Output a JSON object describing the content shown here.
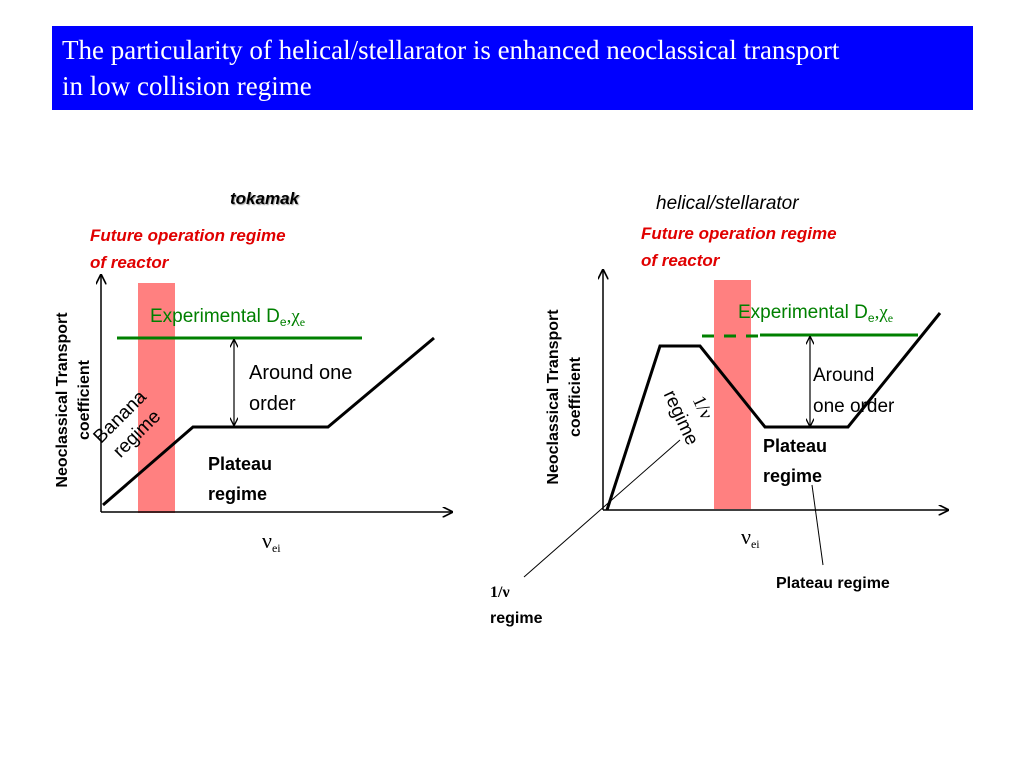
{
  "title": {
    "line1": "The particularity of helical/stellarator is enhanced neoclassical transport",
    "line2": "in low collision regime"
  },
  "colors": {
    "title_bg": "#0000ff",
    "future_band": "#ff8080",
    "experimental_line": "#008000",
    "future_text": "#e00000"
  },
  "left": {
    "header": "tokamak",
    "future_line1": "Future operation regime",
    "future_line2": "of reactor",
    "ylabel_line1": "Neoclassical Transport",
    "ylabel_line2": "coefficient",
    "exp_text": "Experimental D",
    "exp_sub1": "e",
    "exp_chi": ",χ",
    "exp_sub2": "e",
    "around_line1": "Around one",
    "around_line2": "order",
    "banana_line1": "Banana",
    "banana_line2": "regime",
    "plateau_line1": "Plateau",
    "plateau_line2": "regime",
    "xlabel": "ν",
    "xlabel_sub": "ei"
  },
  "right": {
    "header": "helical/stellarator",
    "future_line1": "Future operation regime",
    "future_line2": "of reactor",
    "ylabel_line1": "Neoclassical Transport",
    "ylabel_line2": "coefficient",
    "exp_text": "Experimental D",
    "exp_sub1": "e",
    "exp_chi": ",χ",
    "exp_sub2": "e",
    "around_line1": "Around",
    "around_line2": "one order",
    "inv_nu_line1": "1/ν",
    "inv_nu_line2": "regime",
    "plateau_line1": "Plateau",
    "plateau_line2": "regime",
    "xlabel": "ν",
    "xlabel_sub": "ei",
    "callout_inv_nu_line1": "1/ν",
    "callout_inv_nu_line2": "regime",
    "callout_plateau": "Plateau regime"
  }
}
